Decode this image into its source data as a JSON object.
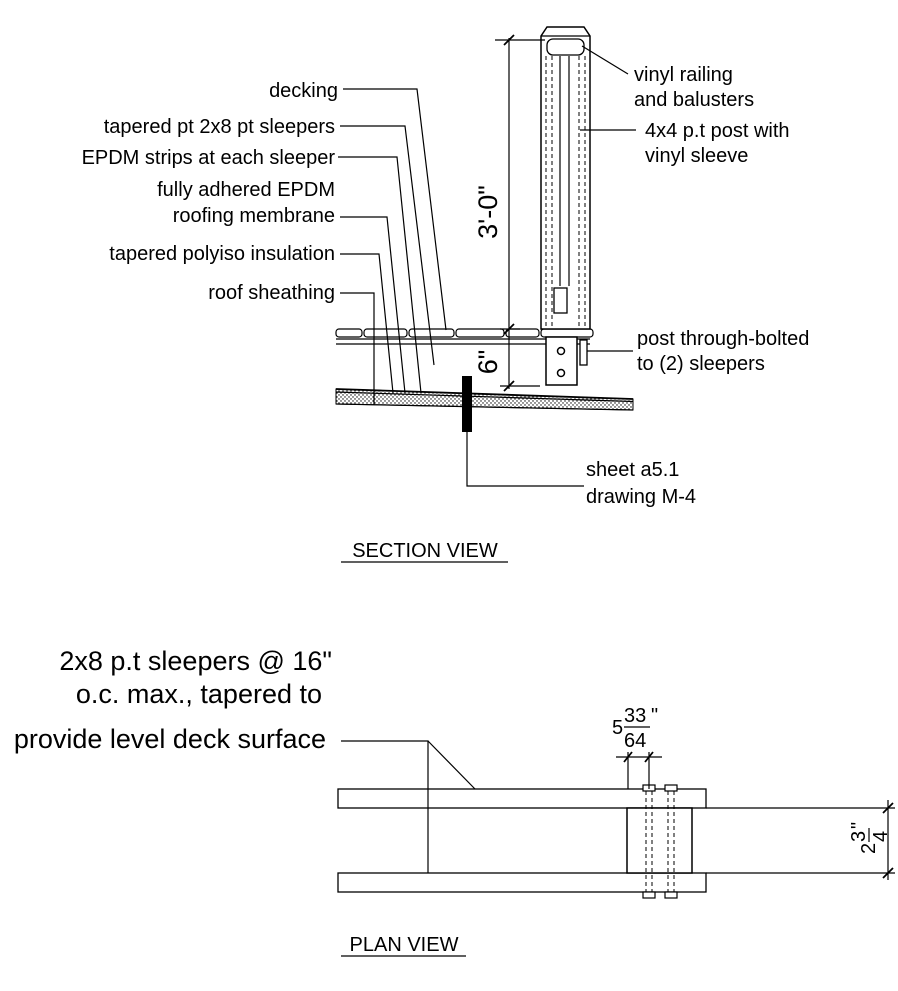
{
  "section": {
    "title": "SECTION VIEW",
    "labels": {
      "decking": "decking",
      "sleepers": "tapered pt 2x8 pt sleepers",
      "epdm_strips": "EPDM strips at each sleeper",
      "membrane_line1": "fully adhered EPDM",
      "membrane_line2": "roofing membrane",
      "insulation": "tapered polyiso insulation",
      "sheathing": "roof sheathing",
      "railing_line1": "vinyl railing",
      "railing_line2": "and balusters",
      "post_line1": "4x4 p.t post with",
      "post_line2": "vinyl sleeve",
      "bolted_line1": "post through-bolted",
      "bolted_line2": "to (2) sleepers",
      "ref_line1": "sheet a5.1",
      "ref_line2": "drawing M-4"
    },
    "dimensions": {
      "post_height": "3'-0\"",
      "base_height": "6\""
    }
  },
  "plan": {
    "title": "PLAN VIEW",
    "note_line1": "2x8 p.t sleepers @ 16\"",
    "note_line2": "o.c. max., tapered to",
    "note_line3": "provide level deck surface",
    "dim_top_whole": "5",
    "dim_top_num": "33",
    "dim_top_den": "64",
    "dim_top_unit": "\"",
    "dim_right_whole": "2",
    "dim_right_num": "3",
    "dim_right_den": "4",
    "dim_right_unit": "\""
  }
}
